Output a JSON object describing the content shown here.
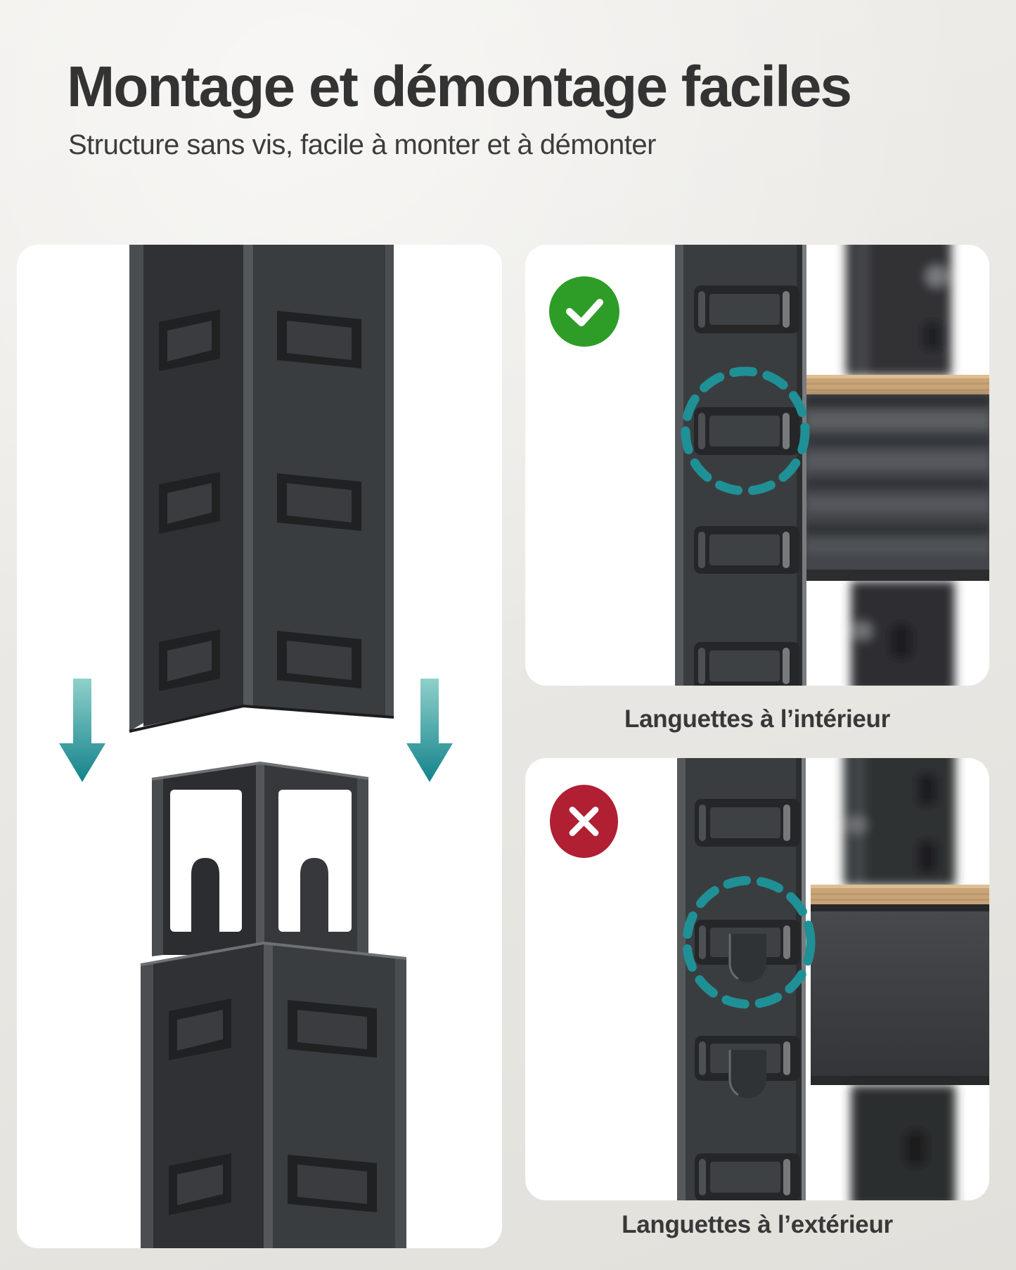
{
  "header": {
    "title": "Montage et démontage faciles",
    "subtitle": "Structure sans vis, facile à monter et à démonter"
  },
  "panels": {
    "assembly": {
      "description": "corner-post-assembly-illustration",
      "icon": "down-arrow-icon"
    },
    "correct": {
      "icon": "check-icon",
      "caption": "Languettes à l’intérieur"
    },
    "incorrect": {
      "icon": "cross-icon",
      "caption": "Languettes à l’extérieur"
    }
  },
  "icons": {
    "correct_badge": "check-icon",
    "incorrect_badge": "cross-icon",
    "assembly_direction": "down-arrow-icon",
    "highlight": "dashed-circle-icon"
  },
  "colors": {
    "background_top": "#F0EEEA",
    "background_bottom": "#E1E0DB",
    "panel_bg": "#FFFFFF",
    "title_text": "#333333",
    "subtitle_text": "#3C3C3C",
    "caption_text": "#383838",
    "success_green": "#2E9D27",
    "error_red": "#B11F33",
    "accent_teal": "#1F9096",
    "wood_tan": "#C8A478",
    "metal_dark": "#3A3D40"
  }
}
